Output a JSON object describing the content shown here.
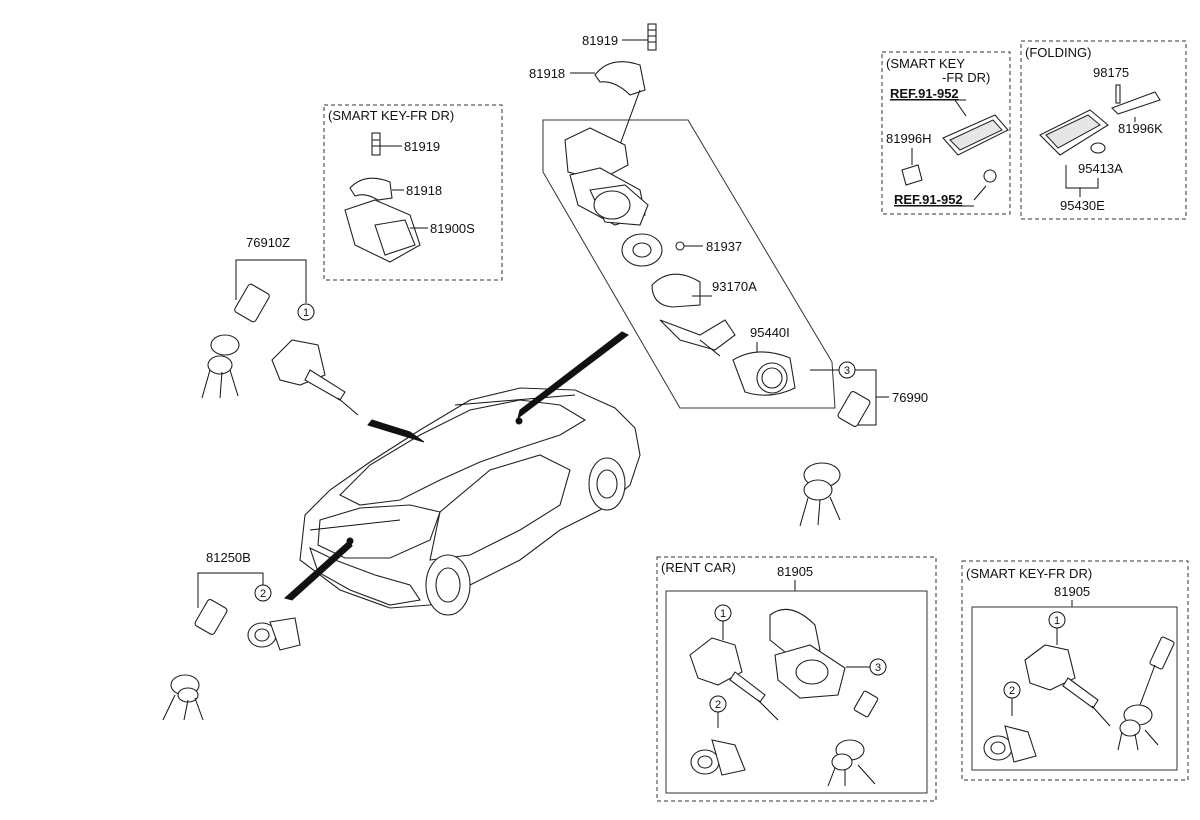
{
  "callouts": {
    "p81919_top": "81919",
    "p81918_top": "81918",
    "p81937": "81937",
    "p93170A": "93170A",
    "p95440I": "95440I",
    "p76990": "76990",
    "p76910Z": "76910Z",
    "p81250B": "81250B"
  },
  "smart_key_fr_dr_top": {
    "title": "(SMART KEY-FR DR)",
    "p81919": "81919",
    "p81918": "81918",
    "p81900S": "81900S"
  },
  "smart_key_panel": {
    "title_line1": "(SMART KEY",
    "title_line2": "-FR DR)",
    "ref_top": "REF.91-952",
    "p81996H": "81996H",
    "ref_bottom": "REF.91-952"
  },
  "folding_panel": {
    "title": "(FOLDING)",
    "p98175": "98175",
    "p81996K": "81996K",
    "p95413A": "95413A",
    "p95430E": "95430E"
  },
  "rent_car_panel": {
    "title": "(RENT CAR)",
    "part": "81905"
  },
  "smart_key_fr_dr_bottom": {
    "title": "(SMART KEY-FR DR)",
    "part": "81905"
  },
  "circle_numbers": [
    "1",
    "2",
    "3"
  ]
}
